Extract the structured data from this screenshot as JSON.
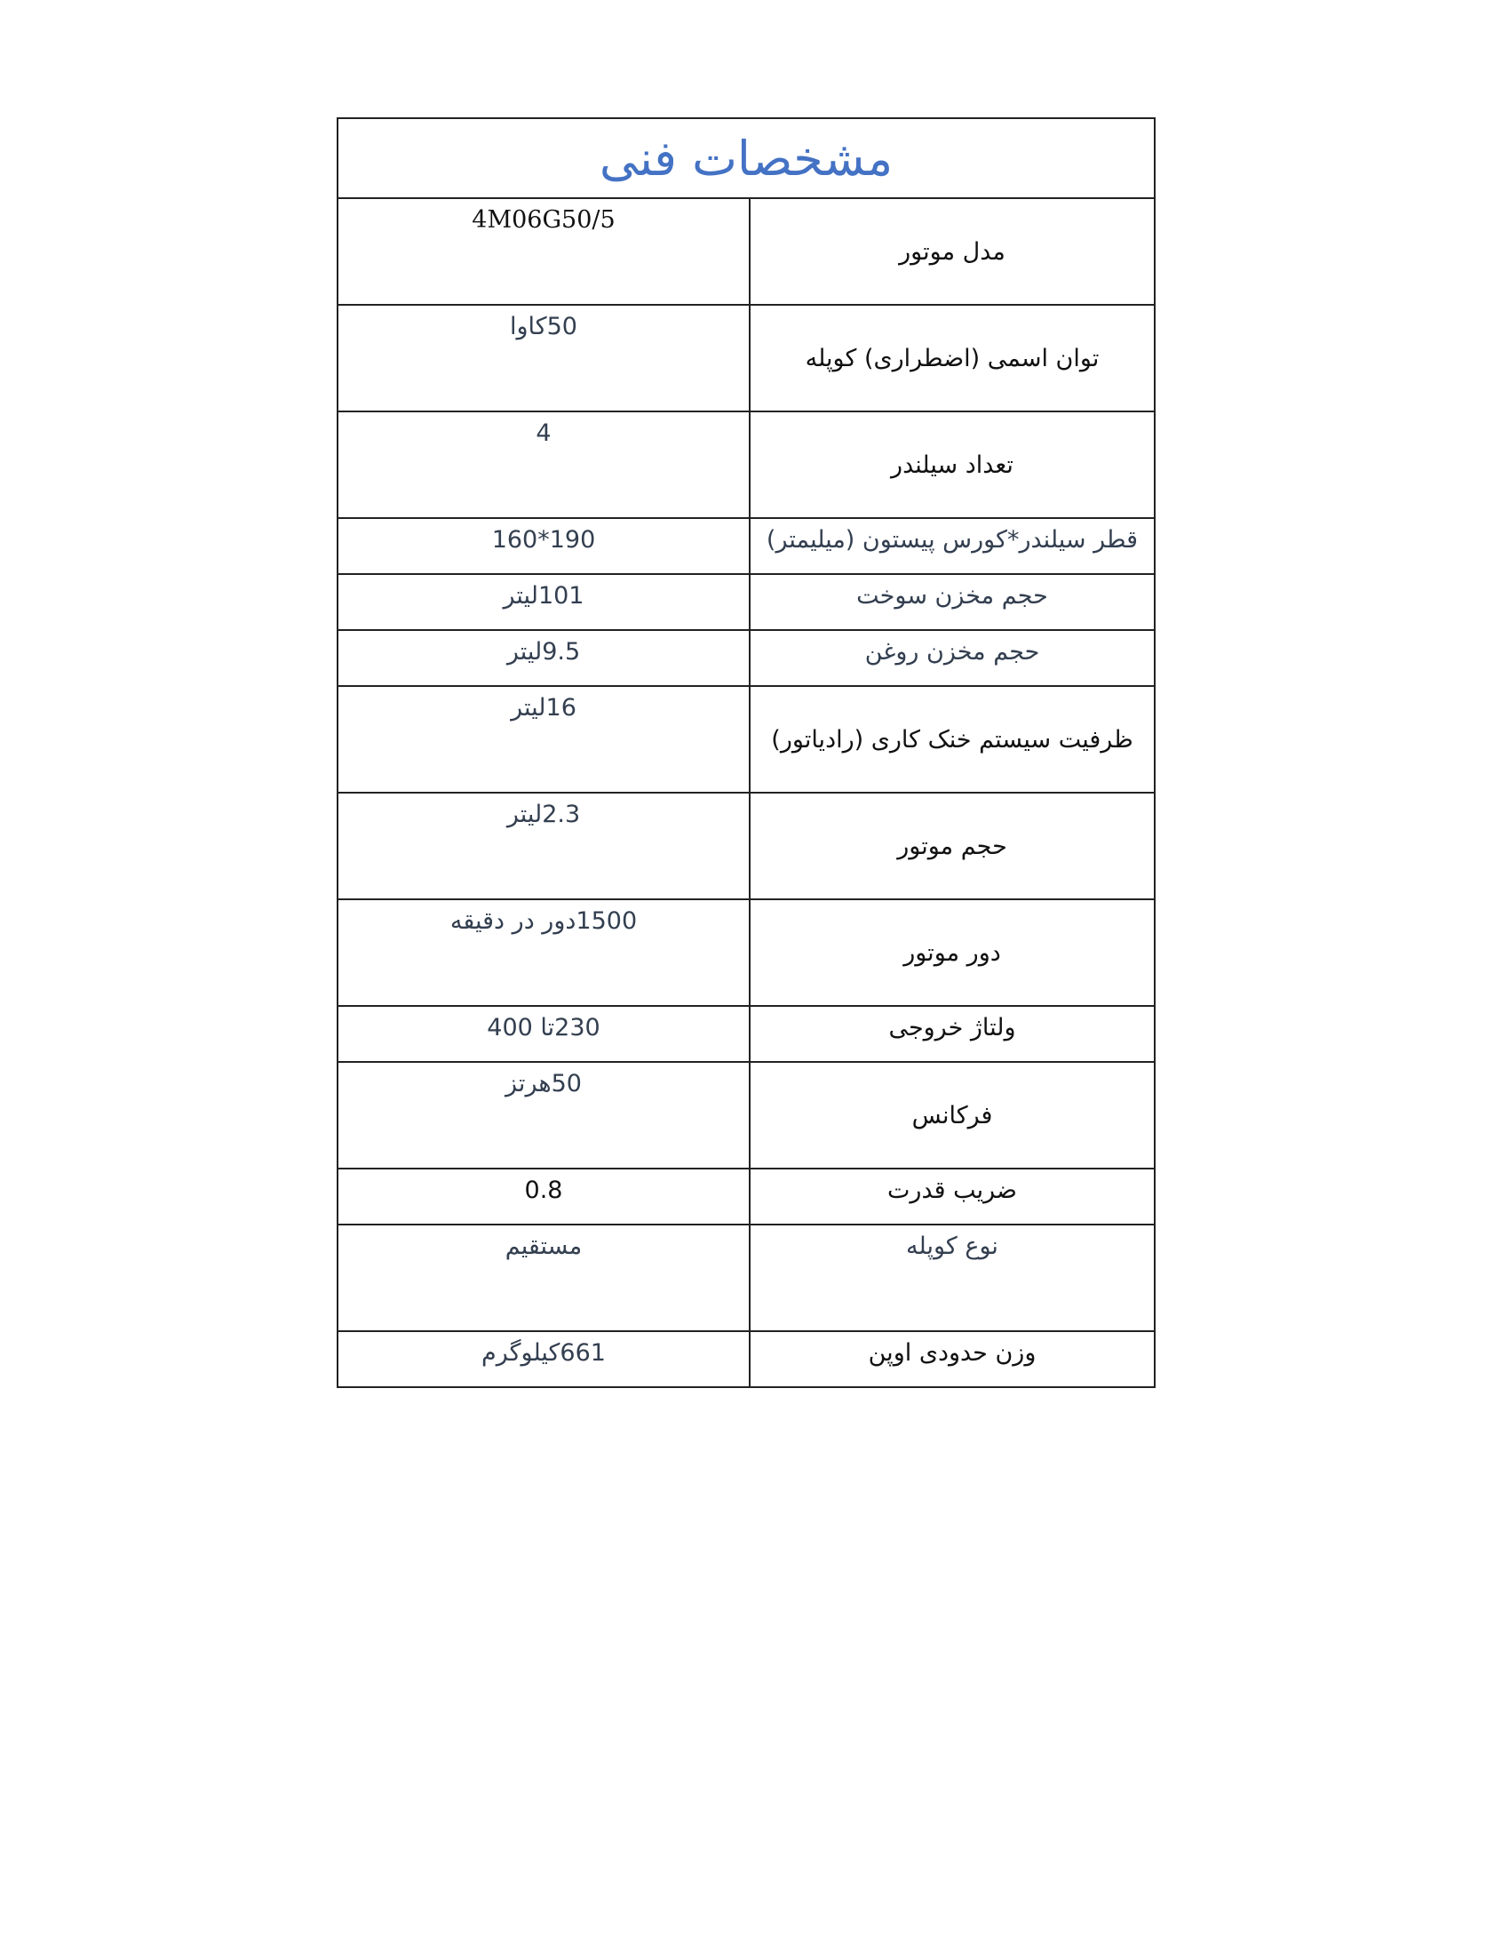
{
  "title": "مشخصات فنی",
  "rows": [
    {
      "label": "مدل موتور",
      "value": "4M06G50/5"
    },
    {
      "label": "توان اسمی (اضطراری) کوپله",
      "value": "50کاوا"
    },
    {
      "label": "تعداد سیلندر",
      "value": "4"
    },
    {
      "label": "قطر سیلندر*کورس پیستون (میلیمتر)",
      "value": "190*160"
    },
    {
      "label": "حجم مخزن سوخت",
      "value": "101لیتر"
    },
    {
      "label": "حجم مخزن روغن",
      "value": "9.5لیتر"
    },
    {
      "label": "ظرفیت سیستم خنک کاری (رادیاتور)",
      "value": "16لیتر"
    },
    {
      "label": "حجم موتور",
      "value": "2.3لیتر"
    },
    {
      "label": "دور موتور",
      "value": "1500دور در دقیقه"
    },
    {
      "label": "ولتاژ خروجی",
      "value": "230تا 400"
    },
    {
      "label": "فرکانس",
      "value": "50هرتز"
    },
    {
      "label": "ضریب قدرت",
      "value": "0.8"
    },
    {
      "label": "نوع کوپله",
      "value": "مستقیم"
    },
    {
      "label": "وزن حدودی اوپن",
      "value": "661کیلوگرم"
    }
  ]
}
